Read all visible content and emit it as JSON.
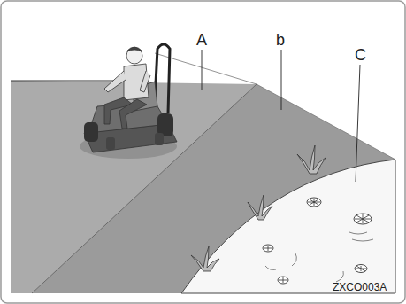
{
  "diagram": {
    "labels": [
      "A",
      "b",
      "C",
      "ZXCO003A"
    ]
  }
}
